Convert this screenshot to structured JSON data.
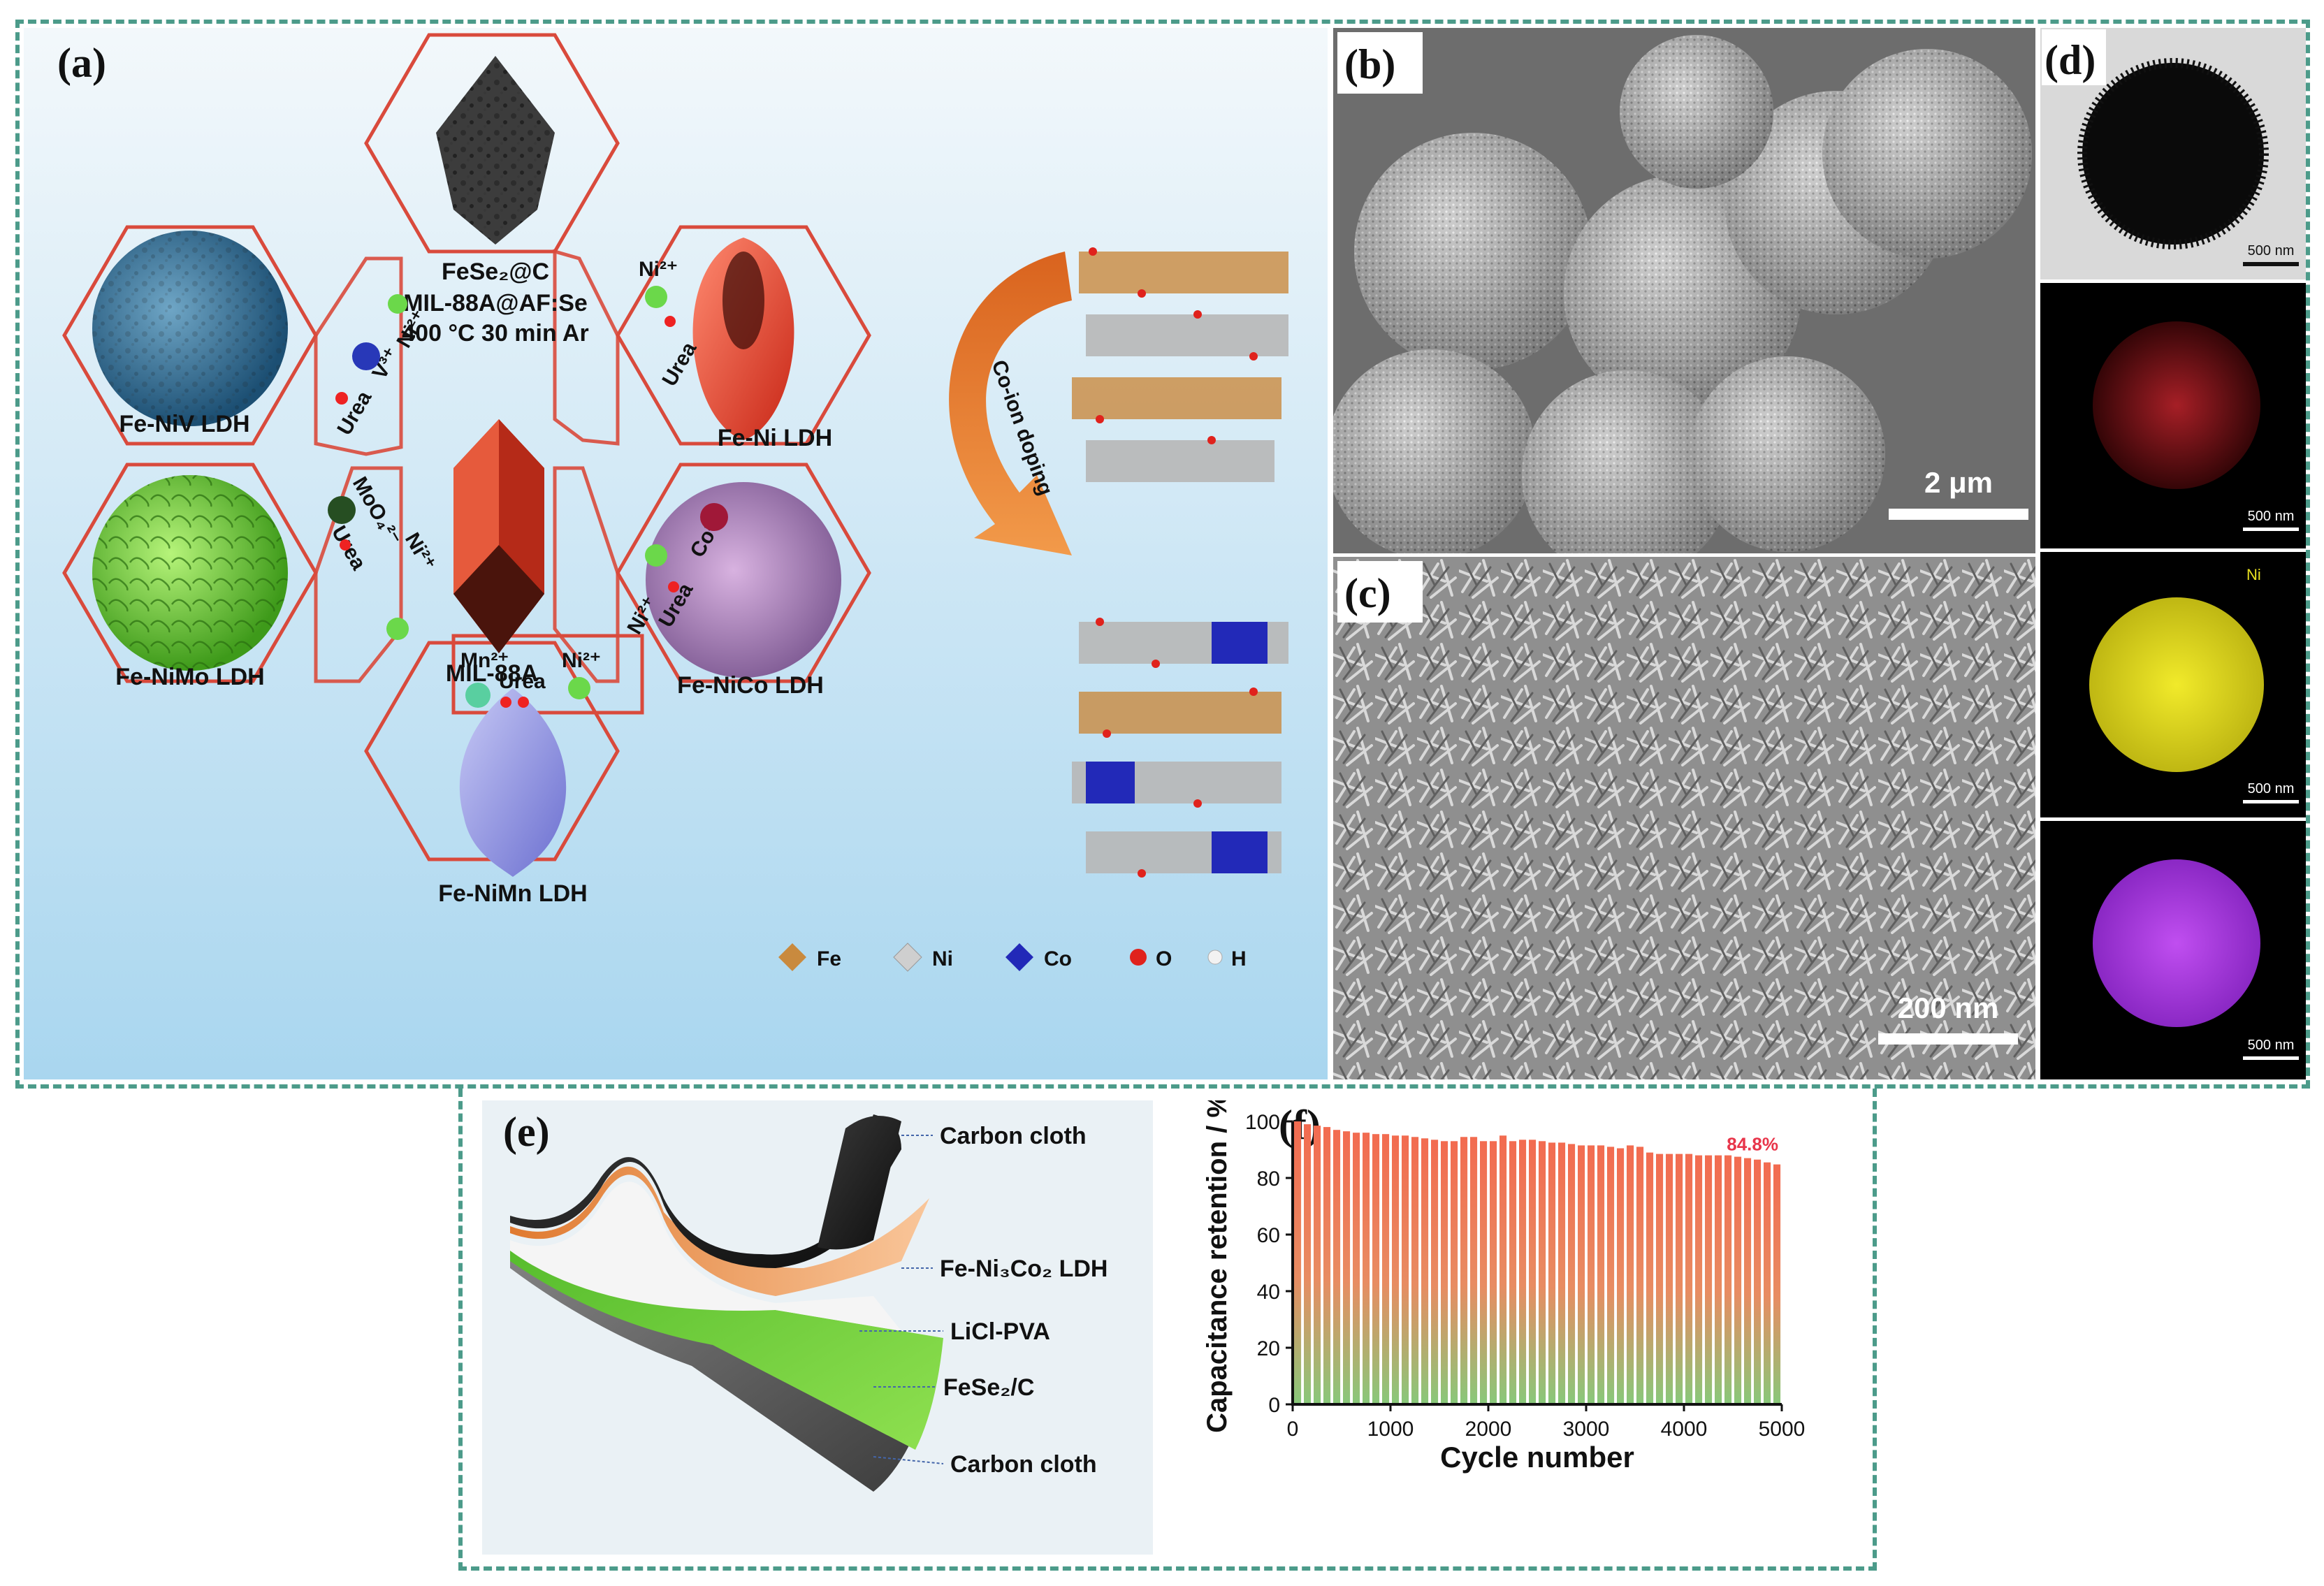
{
  "panels": {
    "a": "(a)",
    "b": "(b)",
    "c": "(c)",
    "d": "(d)",
    "e": "(e)",
    "f": "(f)"
  },
  "panel_a": {
    "top_hex": {
      "label": "FeSe₂@C"
    },
    "synthesis": [
      "MIL-88A@AF:Se",
      "400 °C 30 min Ar"
    ],
    "center_label": "MIL-88A",
    "hexes": {
      "fe_niv": "Fe-NiV LDH",
      "fe_ni": "Fe-Ni LDH",
      "fe_nimo": "Fe-NiMo LDH",
      "fe_nico": "Fe-NiCo LDH",
      "fe_nimn": "Fe-NiMn LDH"
    },
    "ions": {
      "left_top": [
        "Urea",
        "V³⁺",
        "Ni²⁺"
      ],
      "right_top": [
        "Ni²⁺",
        "Urea"
      ],
      "left_bottom": [
        "MoO₄²⁻",
        "Urea",
        "Ni²⁺"
      ],
      "right_bottom": [
        "Ni²⁺",
        "Urea",
        "Co²⁺"
      ],
      "bottom": [
        "Mn²⁺",
        "Urea",
        "Ni²⁺"
      ]
    },
    "arrow_label": "Co-ion doping",
    "legend": [
      {
        "label": "Fe",
        "color": "#c98a3e"
      },
      {
        "label": "Ni",
        "color": "#cfcfcf"
      },
      {
        "label": "Co",
        "color": "#2229b8"
      },
      {
        "label": "O",
        "color": "#e0221c"
      },
      {
        "label": "H",
        "color": "#f2f2f2"
      }
    ]
  },
  "panel_b": {
    "scale": "2 μm"
  },
  "panel_c": {
    "scale": "200 nm"
  },
  "panel_d": {
    "scales": [
      "500 nm",
      "500 nm",
      "500 nm",
      "500 nm"
    ],
    "element_label": "Ni"
  },
  "panel_e": {
    "layers": [
      "Carbon cloth",
      "Fe-Ni₃Co₂ LDH",
      "LiCl-PVA",
      "FeSe₂/C",
      "Carbon cloth"
    ]
  },
  "chart_data": {
    "type": "bar",
    "xlabel": "Cycle number",
    "ylabel": "Capacitance retention / %",
    "xlim": [
      0,
      5000
    ],
    "ylim": [
      0,
      100
    ],
    "xticks": [
      0,
      1000,
      2000,
      3000,
      4000,
      5000
    ],
    "yticks": [
      0,
      20,
      40,
      60,
      80,
      100
    ],
    "annotation": "84.8%",
    "annotation_color": "#e8354a",
    "bar_colors": {
      "top": "#f26b50",
      "bottom": "#88c87a"
    },
    "x": [
      0,
      100,
      200,
      300,
      400,
      500,
      600,
      700,
      800,
      900,
      1000,
      1100,
      1200,
      1300,
      1400,
      1500,
      1600,
      1700,
      1800,
      1900,
      2000,
      2100,
      2200,
      2300,
      2400,
      2500,
      2600,
      2700,
      2800,
      2900,
      3000,
      3100,
      3200,
      3300,
      3400,
      3500,
      3600,
      3700,
      3800,
      3900,
      4000,
      4100,
      4200,
      4300,
      4400,
      4500,
      4600,
      4700,
      4800,
      4900
    ],
    "values": [
      100,
      99,
      98.5,
      98,
      97,
      96.5,
      96,
      96,
      95.5,
      95.5,
      95,
      95,
      94.5,
      94,
      93.5,
      93,
      93,
      94.5,
      94.5,
      93,
      93,
      95,
      93,
      93.5,
      93.5,
      93,
      92.5,
      92.5,
      92,
      91.5,
      91.5,
      91.5,
      91,
      90.5,
      91.5,
      91,
      89,
      88.5,
      88.5,
      88.5,
      88.5,
      88,
      88,
      88,
      88,
      87.5,
      87,
      86.5,
      85.5,
      84.8
    ]
  }
}
